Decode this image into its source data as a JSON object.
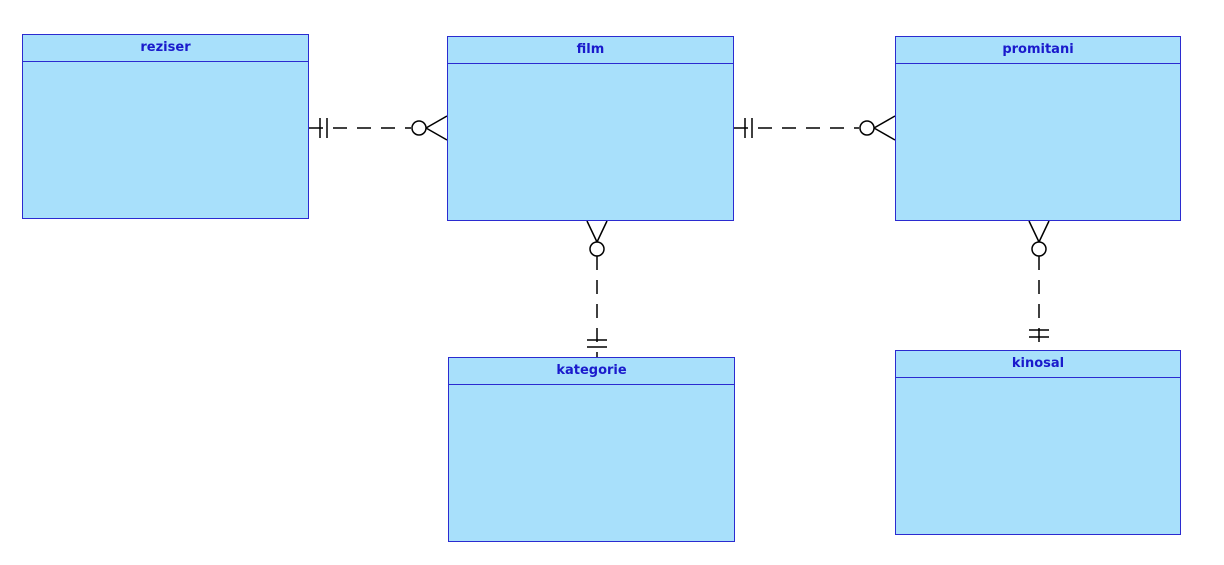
{
  "diagram": {
    "entities": [
      {
        "id": "reziser",
        "name": "reziser"
      },
      {
        "id": "film",
        "name": "film"
      },
      {
        "id": "promitani",
        "name": "promitani"
      },
      {
        "id": "kategorie",
        "name": "kategorie"
      },
      {
        "id": "kinosal",
        "name": "kinosal"
      }
    ],
    "relationships": [
      {
        "from": "reziser",
        "to": "film",
        "from_cardinality": "exactly-one",
        "to_cardinality": "zero-or-many",
        "style": "dashed"
      },
      {
        "from": "film",
        "to": "promitani",
        "from_cardinality": "exactly-one",
        "to_cardinality": "zero-or-many",
        "style": "dashed"
      },
      {
        "from": "kategorie",
        "to": "film",
        "from_cardinality": "exactly-one",
        "to_cardinality": "zero-or-many",
        "style": "dashed"
      },
      {
        "from": "kinosal",
        "to": "promitani",
        "from_cardinality": "exactly-one",
        "to_cardinality": "zero-or-many",
        "style": "dashed"
      }
    ],
    "colors": {
      "entity_fill": "#a8e0fb",
      "entity_border": "#2b2bd0",
      "entity_title": "#1a1acc",
      "connector": "#000000"
    }
  }
}
